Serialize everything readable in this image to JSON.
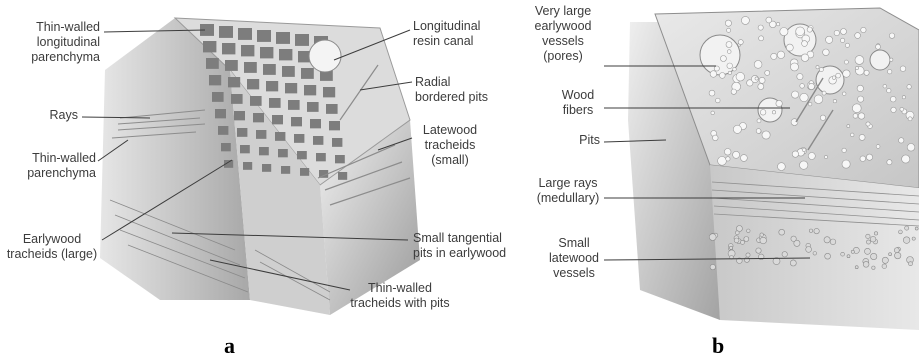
{
  "panels": {
    "a": {
      "letter": "a",
      "labels": {
        "thin_walled_longitudinal": "Thin-walled\nlongitudinal\nparenchyma",
        "longitudinal_resin_canal": "Longitudinal\nresin canal",
        "rays": "Rays",
        "radial_bordered_pits": "Radial\nbordered pits",
        "thin_walled_parenchyma": "Thin-walled\nparenchyma",
        "latewood_tracheids": "Latewood\ntracheids\n(small)",
        "earlywood_tracheids": "Earlywood\ntracheids (large)",
        "small_tangential_pits": "Small tangential\npits in earlywood",
        "thin_walled_tracheids": "Thin-walled\ntracheids with pits"
      }
    },
    "b": {
      "letter": "b",
      "labels": {
        "very_large_earlywood_vessels": "Very large\nearlywood\nvessels\n(pores)",
        "wood_fibers": "Wood\nfibers",
        "pits": "Pits",
        "large_rays": "Large rays\n(medullary)",
        "small_latewood_vessels": "Small\nlatewood\nvessels"
      }
    }
  }
}
